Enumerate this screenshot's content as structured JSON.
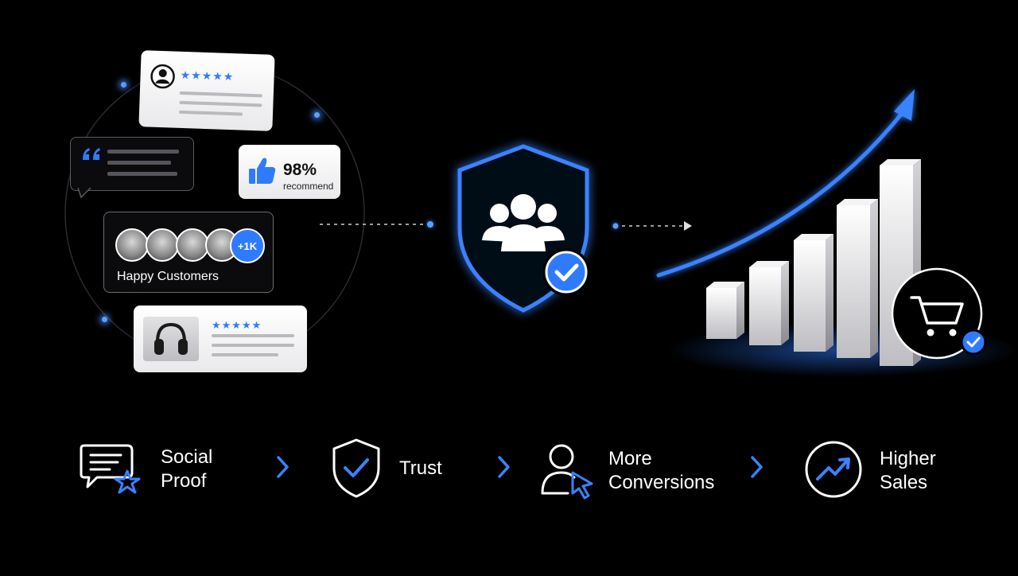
{
  "social_proof": {
    "review_card": {
      "stars": "★★★★★"
    },
    "recommend": {
      "value": "98%",
      "label": "recommend"
    },
    "customers": {
      "badge": "+1K",
      "label": "Happy Customers"
    },
    "product_card": {
      "stars": "★★★★★"
    }
  },
  "steps": [
    {
      "line1": "Social",
      "line2": "Proof",
      "icon": "chat-star-icon"
    },
    {
      "line1": "Trust",
      "line2": "",
      "icon": "shield-check-icon"
    },
    {
      "line1": "More",
      "line2": "Conversions",
      "icon": "user-cursor-icon"
    },
    {
      "line1": "Higher",
      "line2": "Sales",
      "icon": "trend-up-icon"
    }
  ],
  "colors": {
    "accent": "#2f7bff",
    "glow": "#3b82ff",
    "background": "#000000",
    "card": "#f2f2f4",
    "text": "#ffffff"
  },
  "icons": {
    "center": "shield-group-icon",
    "check": "check-badge-icon",
    "cart": "cart-icon",
    "thumb": "thumbs-up-icon",
    "quote": "quote-icon",
    "headphones": "headphones-icon"
  }
}
